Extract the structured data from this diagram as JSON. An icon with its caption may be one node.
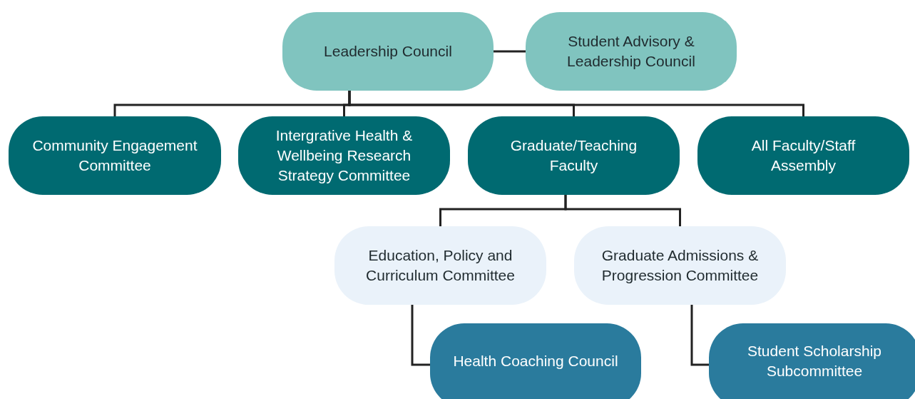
{
  "diagram": {
    "nodes": [
      {
        "text": [
          "Leadership Council"
        ]
      },
      {
        "text": [
          "Student Advisory & Leadership Council"
        ]
      },
      {
        "text": [
          "Community Engagement Committee"
        ]
      },
      {
        "text": [
          "Intergrative Health & Wellbeing Research Strategy Committee"
        ]
      },
      {
        "text": [
          "Graduate/Teaching Faculty"
        ]
      },
      {
        "text": [
          "All Faculty/Staff Assembly"
        ]
      },
      {
        "text": [
          "Education, Policy and Curriculum Committee"
        ]
      },
      {
        "text": [
          "Graduate Admissions & Progression Committee"
        ]
      },
      {
        "text": [
          "Health Coaching Council"
        ]
      },
      {
        "text": [
          "Student Scholarship Subcommittee"
        ]
      }
    ],
    "edges": [
      {
        "from": 0,
        "to": 1,
        "arrow": "none"
      },
      {
        "from": 0,
        "to": 2,
        "arrow": "none"
      },
      {
        "from": 0,
        "to": 3,
        "arrow": "none"
      },
      {
        "from": 0,
        "to": 4,
        "arrow": "none"
      },
      {
        "from": 0,
        "to": 5,
        "arrow": "none"
      },
      {
        "from": 4,
        "to": 6,
        "arrow": "none"
      },
      {
        "from": 4,
        "to": 7,
        "arrow": "none"
      },
      {
        "from": 6,
        "to": 8,
        "arrow": "none"
      },
      {
        "from": 7,
        "to": 9,
        "arrow": "none"
      }
    ]
  }
}
